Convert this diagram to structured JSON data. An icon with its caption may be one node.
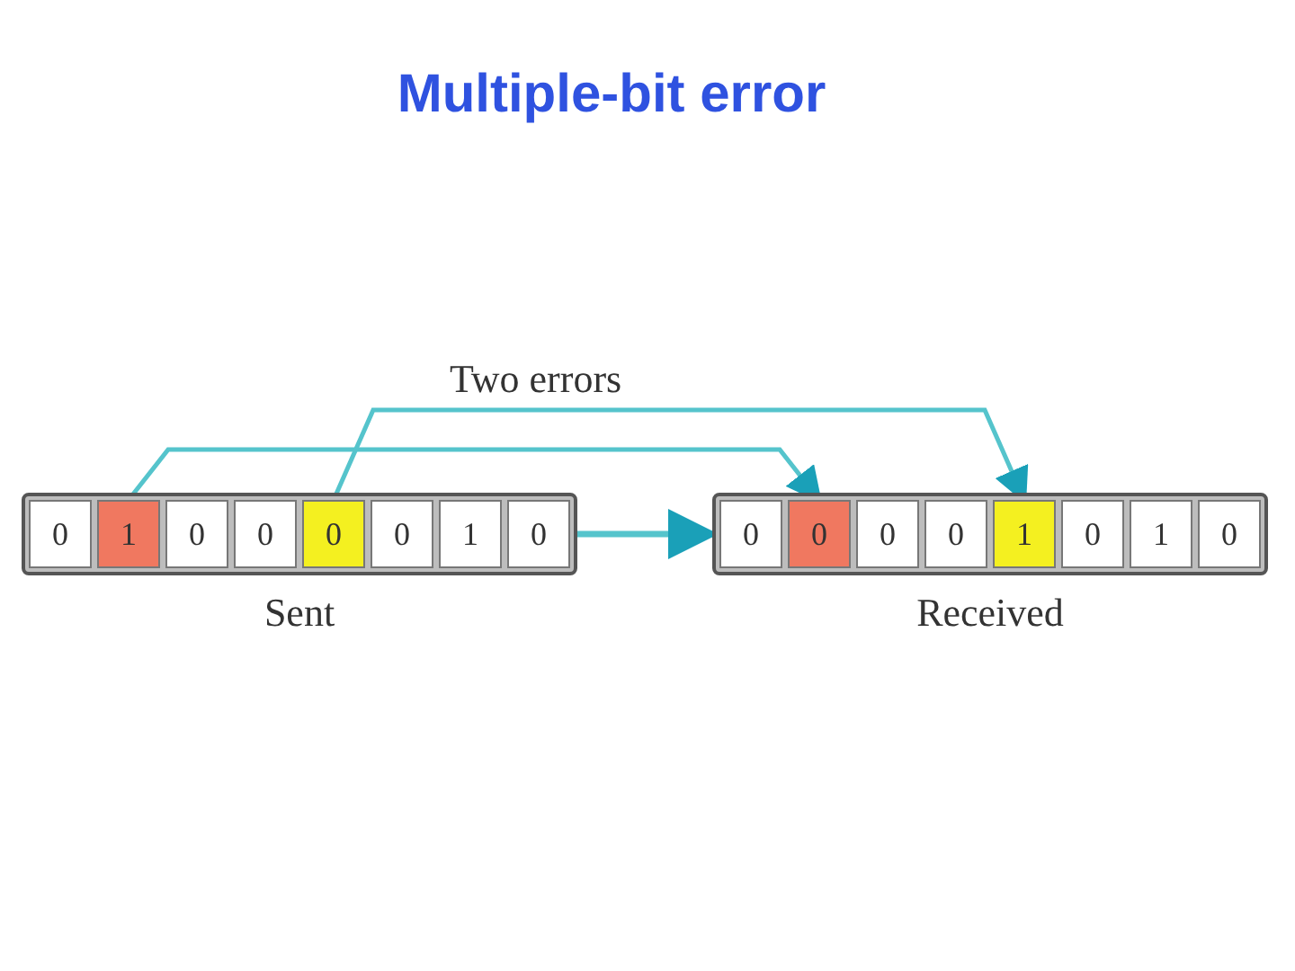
{
  "diagram": {
    "title": "Multiple-bit error",
    "nodes": [
      {
        "text": [],
        "shape": "box",
        "beside": [
          "Sent"
        ]
      },
      {
        "text": [
          "0"
        ],
        "in": 0
      },
      {
        "text": [
          "1"
        ],
        "in": 0
      },
      {
        "text": [
          "0"
        ],
        "in": 0
      },
      {
        "text": [
          "0"
        ],
        "in": 0
      },
      {
        "text": [
          "0"
        ],
        "in": 0
      },
      {
        "text": [
          "0"
        ],
        "in": 0
      },
      {
        "text": [
          "1"
        ],
        "in": 0
      },
      {
        "text": [
          "0"
        ],
        "in": 0
      },
      {
        "text": [],
        "shape": "box",
        "beside": [
          "Received"
        ]
      },
      {
        "text": [
          "0"
        ],
        "in": 9
      },
      {
        "text": [
          "0"
        ],
        "in": 9
      },
      {
        "text": [
          "0"
        ],
        "in": 9
      },
      {
        "text": [
          "0"
        ],
        "in": 9
      },
      {
        "text": [
          "1"
        ],
        "in": 9
      },
      {
        "text": [
          "0"
        ],
        "in": 9
      },
      {
        "text": [
          "1"
        ],
        "in": 9
      },
      {
        "text": [
          "0"
        ],
        "in": 9
      }
    ],
    "edges": [
      {
        "from": 2,
        "to": 11,
        "arrow": "to"
      },
      {
        "from": 5,
        "to": 14,
        "arrow": "to"
      },
      {
        "from": 0,
        "to": 9,
        "arrow": "to"
      }
    ],
    "labels": [
      "Two errors"
    ]
  }
}
